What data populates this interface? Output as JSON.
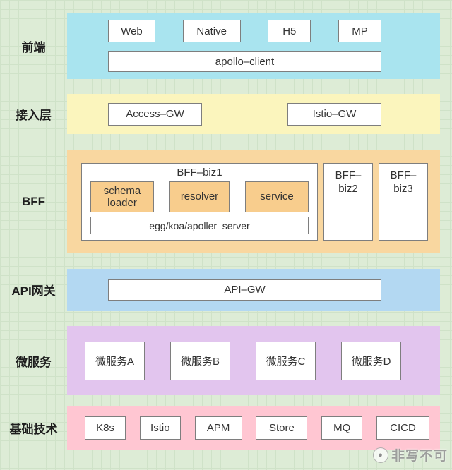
{
  "layers": {
    "frontend": {
      "label": "前端",
      "boxes": [
        "Web",
        "Native",
        "H5",
        "MP"
      ],
      "client": "apollo–client"
    },
    "access": {
      "label": "接入层",
      "boxes": [
        "Access–GW",
        "Istio–GW"
      ]
    },
    "bff": {
      "label": "BFF",
      "biz1": {
        "title": "BFF–biz1",
        "modules": [
          "schema loader",
          "resolver",
          "service"
        ],
        "server": "egg/koa/apoller–server"
      },
      "biz2": "BFF–\nbiz2",
      "biz3": "BFF–\nbiz3"
    },
    "gateway": {
      "label": "API网关",
      "box": "API–GW"
    },
    "micro": {
      "label": "微服务",
      "boxes": [
        "微服务A",
        "微服务B",
        "微服务C",
        "微服务D"
      ]
    },
    "infra": {
      "label": "基础技术",
      "boxes": [
        "K8s",
        "Istio",
        "APM",
        "Store",
        "MQ",
        "CICD"
      ]
    }
  },
  "watermark": {
    "logo_glyph": "●",
    "text": "非写不可"
  },
  "colors": {
    "frontend": "#a9e4ef",
    "access": "#fbf5bd",
    "bff": "#f9d7a0",
    "bff_module": "#f8cd8d",
    "gateway": "#b3d8f2",
    "micro": "#e2c5ee",
    "infra": "#ffc6d2"
  }
}
